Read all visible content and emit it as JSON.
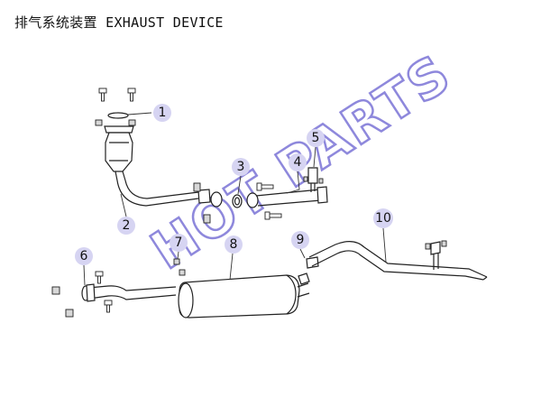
{
  "header": {
    "title": "排气系统装置 EXHAUST DEVICE"
  },
  "watermark": {
    "text": "HOT PARTS",
    "color": "#7b74d6"
  },
  "callouts": [
    {
      "number": "1",
      "part": "gasket"
    },
    {
      "number": "2",
      "part": "front-pipe-catalytic-converter"
    },
    {
      "number": "3",
      "part": "gasket-ring"
    },
    {
      "number": "4",
      "part": "intermediate-pipe"
    },
    {
      "number": "5",
      "part": "hanger"
    },
    {
      "number": "6",
      "part": "gasket"
    },
    {
      "number": "7",
      "part": "clamp"
    },
    {
      "number": "8",
      "part": "muffler"
    },
    {
      "number": "9",
      "part": "rubber-hanger"
    },
    {
      "number": "10",
      "part": "tail-pipe"
    }
  ],
  "colors": {
    "callout_fill": "#d6d4f2",
    "line": "#222222"
  }
}
